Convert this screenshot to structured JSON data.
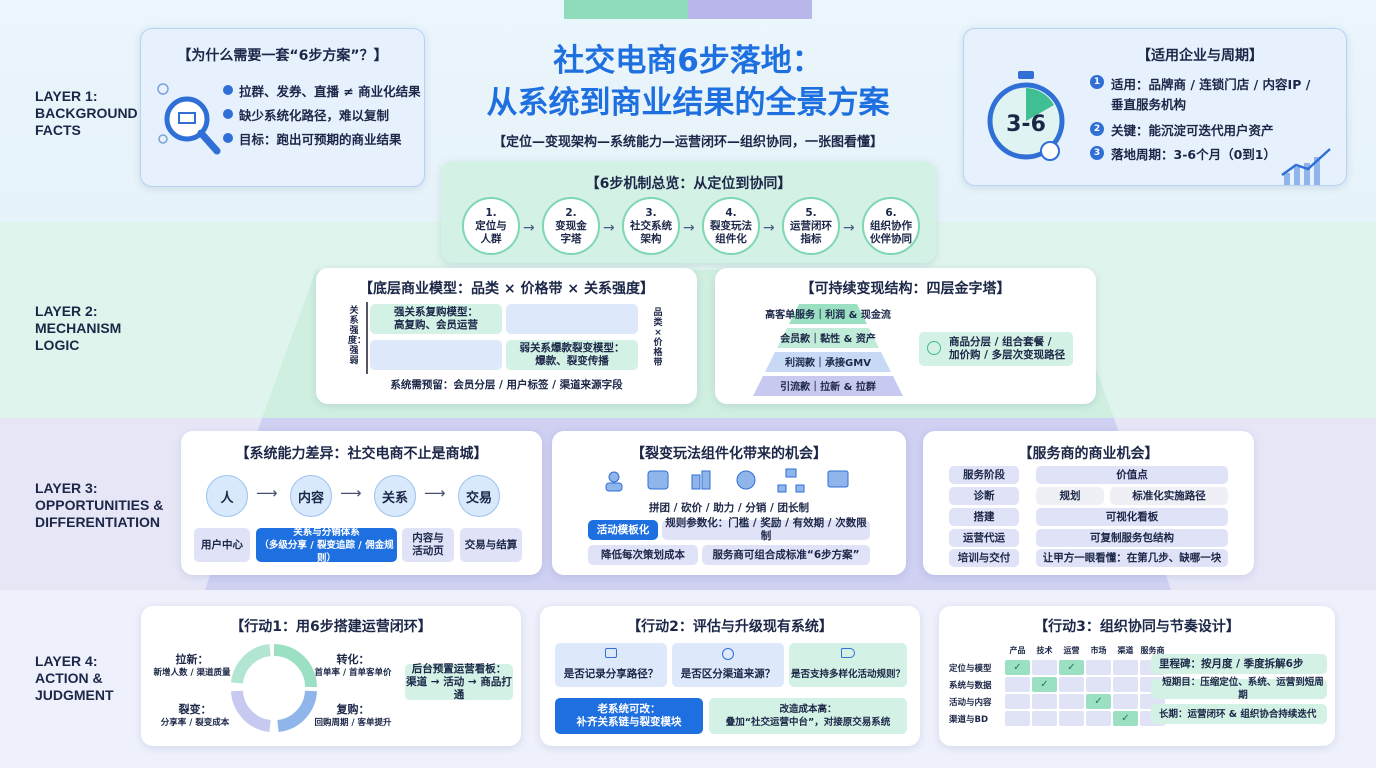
{
  "title": {
    "line1": "社交电商6步落地：",
    "line2": "从系统到商业结果的全景方案",
    "subtitle": "【定位—变现架构—系统能力—运营闭环—组织协同，一张图看懂】"
  },
  "layers": [
    {
      "label": "LAYER 1:\nBACKGROUND\nFACTS"
    },
    {
      "label": "LAYER 2:\nMECHANISM\nLOGIC"
    },
    {
      "label": "LAYER 3:\nOPPORTUNITIES &\nDIFFERENTIATION"
    },
    {
      "label": "LAYER 4:\nACTION &\nJUDGMENT"
    }
  ],
  "why": {
    "title": "【为什么需要一套“6步方案”？】",
    "items": [
      "拉群、发券、直播 ≠ 商业化结果",
      "缺少系统化路径，难以复制",
      "目标：跑出可预期的商业结果"
    ]
  },
  "apply": {
    "title": "【适用企业与周期】",
    "badge": "3-6",
    "items": [
      {
        "n": "1",
        "text": "适用：品牌商 / 连锁门店 / 内容IP /\n垂直服务机构"
      },
      {
        "n": "2",
        "text": "关键：能沉淀可迭代用户资产"
      },
      {
        "n": "3",
        "text": "落地周期：3-6个月（0到1）"
      }
    ]
  },
  "overview": {
    "title": "【6步机制总览：从定位到协同】",
    "steps": [
      "1.\n定位与\n人群",
      "2.\n变现金\n字塔",
      "3.\n社交系统\n架构",
      "4.\n裂变玩法\n组件化",
      "5.\n运营闭环\n指标",
      "6.\n组织协作\n伙伴协同"
    ]
  },
  "model": {
    "title": "【底层商业模型：品类 × 价格带 × 关系强度】",
    "yaxis": "关系强度：强弱",
    "xaxis": "品类 × 价格带",
    "q1": "强关系复购模型：\n高复购、会员运营",
    "q2": "弱关系爆款裂变模型：\n爆款、裂变传播",
    "note": "系统需预留：会员分层 / 用户标签 / 渠道来源字段"
  },
  "pyramid": {
    "title": "【可持续变现结构：四层金字塔】",
    "levels": [
      "高客单服务｜利润 & 现金流",
      "会员款｜黏性 & 资产",
      "利润款｜承接GMV",
      "引流款｜拉新 & 拉群"
    ],
    "side": "商品分层 / 组合套餐 /\n加价购 / 多层次变现路径"
  },
  "ability": {
    "title": "【系统能力差异：社交电商不止是商城】",
    "flow": [
      "人",
      "内容",
      "关系",
      "交易"
    ],
    "tags": [
      "用户中心",
      "关系与分销体系\n（多级分享 / 裂变追踪 / 佣金规则）",
      "内容与\n活动页",
      "交易与结算"
    ]
  },
  "fission": {
    "title": "【裂变玩法组件化带来的机会】",
    "types": "拼团 / 砍价 / 助力 / 分销 / 团长制",
    "row1": [
      "活动模板化",
      "规则参数化：门槛 / 奖励 / 有效期 / 次数限制"
    ],
    "row2": [
      "降低每次策划成本",
      "服务商可组合成标准“6步方案”"
    ]
  },
  "service": {
    "title": "【服务商的商业机会】",
    "head": [
      "服务阶段",
      "价值点"
    ],
    "rows": [
      [
        "诊断",
        "规划",
        "标准化实施路径"
      ],
      [
        "搭建",
        "可视化看板"
      ],
      [
        "运营代运",
        "可复制服务包结构"
      ],
      [
        "培训与交付",
        "让甲方一眼看懂：在第几步、缺哪一块"
      ]
    ]
  },
  "act1": {
    "title": "【行动1：用6步搭建运营闭环】",
    "q": [
      {
        "h": "拉新：",
        "t": "新增人数 / 渠道质量"
      },
      {
        "h": "转化：",
        "t": "首单率 / 首单客单价"
      },
      {
        "h": "裂变：",
        "t": "分享率 / 裂变成本"
      },
      {
        "h": "复购：",
        "t": "回购周期 / 客单提升"
      }
    ],
    "note": "后台预置运营看板：\n渠道 → 活动 → 商品打通"
  },
  "act2": {
    "title": "【行动2：评估与升级现有系统】",
    "qs": [
      "是否记录分享路径？",
      "是否区分渠道来源？",
      "是否支持多样化活动规则？"
    ],
    "opt1": "老系统可改：\n补齐关系链与裂变模块",
    "opt2": "改造成本高：\n叠加“社交运营中台”，对接原交易系统"
  },
  "act3": {
    "title": "【行动3：组织协同与节奏设计】",
    "cols": [
      "产品",
      "技术",
      "运营",
      "市场",
      "渠道",
      "服务商"
    ],
    "rows": [
      "定位与模型",
      "系统与数据",
      "活动与内容",
      "渠道与BD"
    ],
    "checks": [
      [
        0,
        2
      ],
      [
        1
      ],
      [
        3
      ],
      [
        4
      ]
    ],
    "plan": [
      "里程碑：按月度 / 季度拆解6步",
      "短期目：压缩定位、系统、运营到短周期",
      "长期：运营闭环 & 组织协合持续迭代"
    ]
  },
  "colors": {
    "blue": "#1e6fe0",
    "green": "#9be0c3",
    "purple": "#c7c9f0"
  }
}
